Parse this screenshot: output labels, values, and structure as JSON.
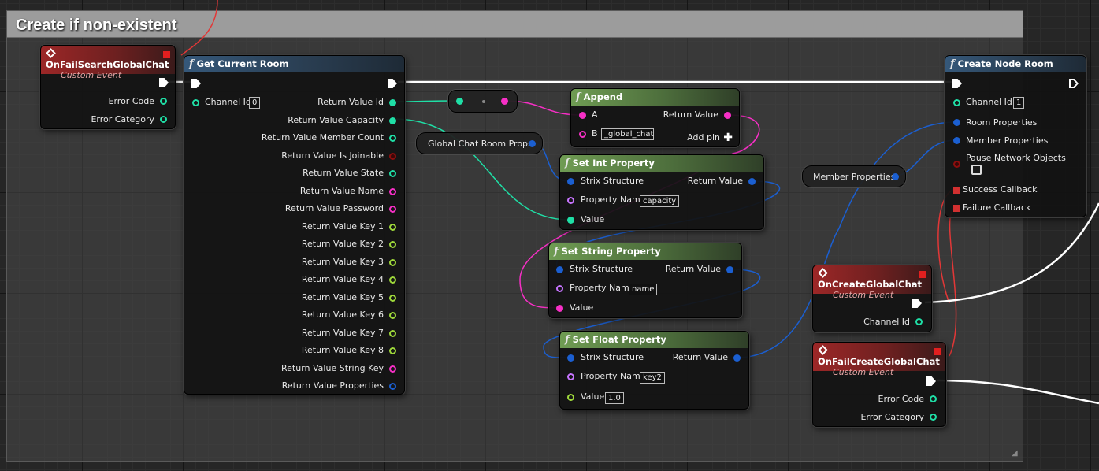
{
  "comment": {
    "title": "Create if non-existent"
  },
  "nodes": {
    "on_fail_search": {
      "title": "OnFailSearchGlobalChat",
      "subtitle": "Custom Event",
      "outputs": [
        "Error Code",
        "Error Category"
      ]
    },
    "get_current_room": {
      "title": "Get Current Room",
      "input_label": "Channel Id",
      "input_value": "0",
      "outputs": [
        "Return Value Id",
        "Return Value Capacity",
        "Return Value Member Count",
        "Return Value Is Joinable",
        "Return Value State",
        "Return Value Name",
        "Return Value Password",
        "Return Value Key 1",
        "Return Value Key 2",
        "Return Value Key 3",
        "Return Value Key 4",
        "Return Value Key 5",
        "Return Value Key 6",
        "Return Value Key 7",
        "Return Value Key 8",
        "Return Value String Key",
        "Return Value Properties"
      ]
    },
    "append": {
      "title": "Append",
      "a_label": "A",
      "b_label": "B",
      "b_value": "_global_chat",
      "return_label": "Return Value",
      "add_pin_label": "Add pin"
    },
    "global_chat_room_props": {
      "label": "Global Chat Room Props"
    },
    "set_int_property": {
      "title": "Set Int Property",
      "strix_label": "Strix Structure",
      "prop_name_label": "Property Name",
      "prop_name_value": "capacity",
      "value_label": "Value",
      "return_label": "Return Value"
    },
    "set_string_property": {
      "title": "Set String Property",
      "strix_label": "Strix Structure",
      "prop_name_label": "Property Name",
      "prop_name_value": "name",
      "value_label": "Value",
      "return_label": "Return Value"
    },
    "set_float_property": {
      "title": "Set Float Property",
      "strix_label": "Strix Structure",
      "prop_name_label": "Property Name",
      "prop_name_value": "key2",
      "value_label": "Value",
      "value_value": "1.0",
      "return_label": "Return Value"
    },
    "member_properties_var": {
      "label": "Member Properties"
    },
    "create_node_room": {
      "title": "Create Node Room",
      "channel_label": "Channel Id",
      "channel_value": "1",
      "room_props_label": "Room Properties",
      "member_props_label": "Member Properties",
      "pause_label": "Pause Network Objects",
      "success_label": "Success Callback",
      "failure_label": "Failure Callback"
    },
    "on_create_global_chat": {
      "title": "OnCreateGlobalChat",
      "subtitle": "Custom Event",
      "channel_label": "Channel Id"
    },
    "on_fail_create_global_chat": {
      "title": "OnFailCreateGlobalChat",
      "subtitle": "Custom Event",
      "outputs": [
        "Error Code",
        "Error Category"
      ]
    }
  },
  "colors": {
    "exec": "#ffffff",
    "integer": "#1fdfa6",
    "string": "#f72fc6",
    "name": "#c774ff",
    "struct": "#1b5fd1",
    "bool": "#8c0e0e",
    "float": "#9ed83a",
    "delegate": "#e23737",
    "event_header": "#9c2727",
    "function_header": "#35587a",
    "pure_header": "#6f9c53"
  }
}
